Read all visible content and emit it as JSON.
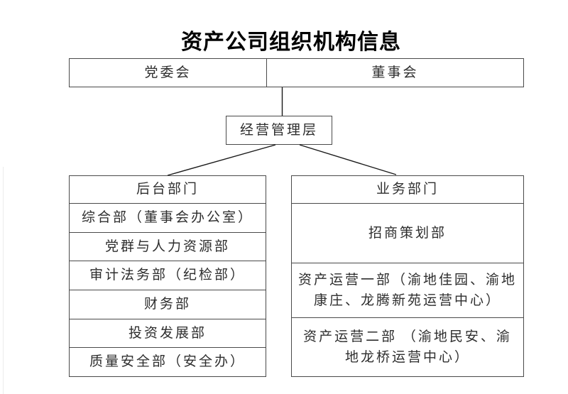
{
  "title": "资产公司组织机构信息",
  "top_row": {
    "left_label": "党委会",
    "right_label": "董事会"
  },
  "management": {
    "label": "经营管理层"
  },
  "back_office": {
    "header": "后台部门",
    "items": [
      "综合部（董事会办公室）",
      "党群与人力资源部",
      "审计法务部（纪检部）",
      "财务部",
      "投资发展部",
      "质量安全部（安全办）"
    ]
  },
  "business": {
    "header": "业务部门",
    "items": [
      "招商策划部",
      "资产运营一部（渝地佳园、渝地康庄、龙腾新苑运营中心）",
      "资产运营二部 （渝地民安、渝地龙桥运营中心）"
    ]
  },
  "colors": {
    "border": "#4a4a4a",
    "line": "#1a1a1a",
    "text": "#2e2e2e",
    "title_text": "#000000",
    "background": "#ffffff"
  }
}
